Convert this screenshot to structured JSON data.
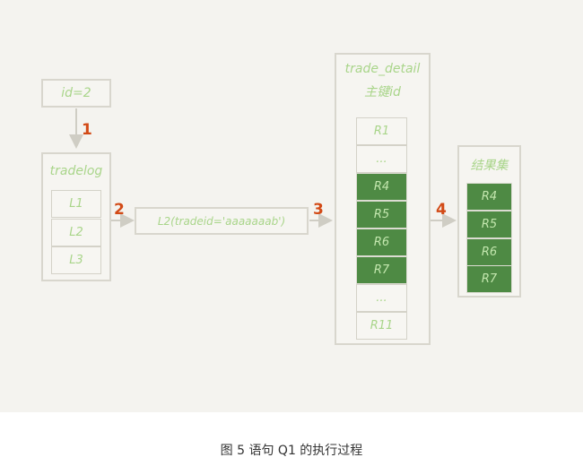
{
  "diagram": {
    "query_box": "id=2",
    "tradelog": {
      "title": "tradelog",
      "rows": [
        "L1",
        "L2",
        "L3"
      ]
    },
    "index_lookup": "L2(tradeid='aaaaaaab')",
    "trade_detail": {
      "title": "trade_detail",
      "subtitle": "主键id",
      "rows": [
        {
          "label": "R1",
          "highlight": false
        },
        {
          "label": "...",
          "highlight": false
        },
        {
          "label": "R4",
          "highlight": true
        },
        {
          "label": "R5",
          "highlight": true
        },
        {
          "label": "R6",
          "highlight": true
        },
        {
          "label": "R7",
          "highlight": true
        },
        {
          "label": "...",
          "highlight": false
        },
        {
          "label": "R11",
          "highlight": false
        }
      ]
    },
    "result_set": {
      "title": "结果集",
      "rows": [
        "R4",
        "R5",
        "R6",
        "R7"
      ]
    },
    "steps": [
      "1",
      "2",
      "3",
      "4"
    ]
  },
  "caption": "图 5 语句 Q1 的执行过程",
  "colors": {
    "handwriting": "#a9d58a",
    "highlight_fill": "#4e8a44",
    "step_number": "#d24a16",
    "border": "#d8d6cd",
    "arrow": "#cfcdc4"
  }
}
